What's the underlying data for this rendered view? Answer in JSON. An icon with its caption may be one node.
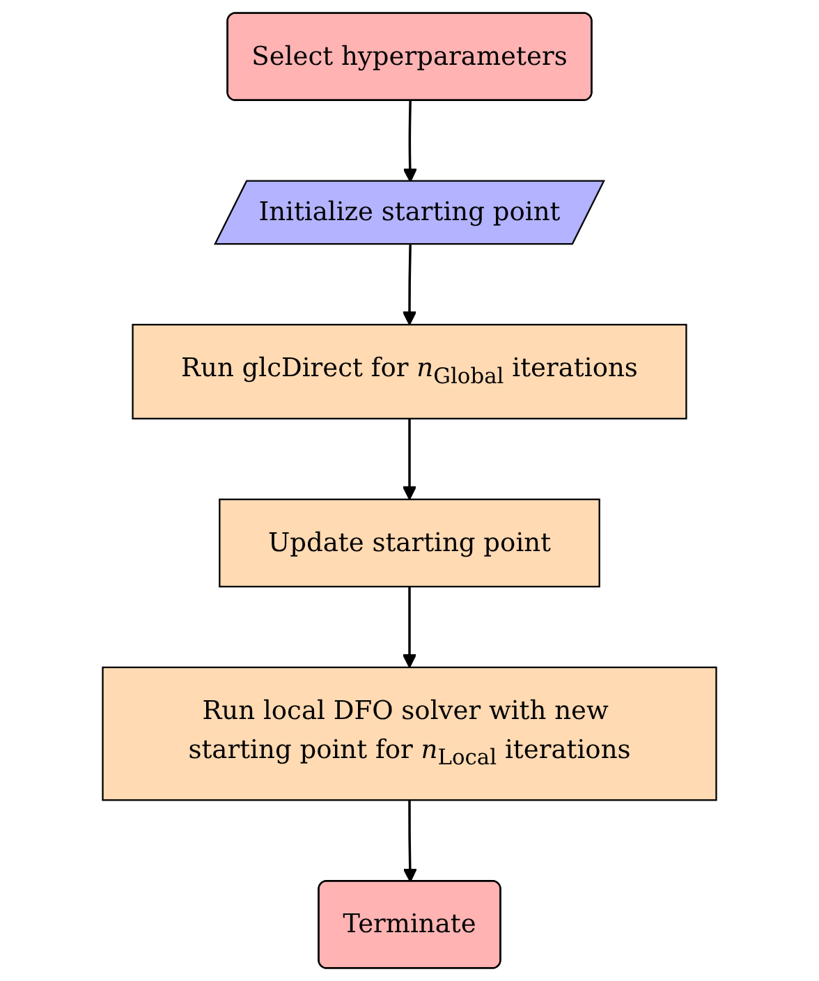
{
  "diagram": {
    "nodes": [
      {
        "text": [
          "Select hyperparameters"
        ]
      },
      {
        "text": [
          "Initialize starting point"
        ]
      },
      {
        "text": [
          "Run glcDirect for *n*$_{Global}$ iterations"
        ]
      },
      {
        "text": [
          "Update starting point"
        ]
      },
      {
        "text": [
          "Run local DFO solver with new starting point for *n*$_{Local}$ iterations"
        ]
      },
      {
        "text": [
          "Terminate"
        ]
      }
    ],
    "edges": [
      {
        "from": 0,
        "to": 1,
        "arrow": "to"
      },
      {
        "from": 1,
        "to": 2,
        "arrow": "to"
      },
      {
        "from": 2,
        "to": 3,
        "arrow": "to"
      },
      {
        "from": 3,
        "to": 4,
        "arrow": "to"
      },
      {
        "from": 4,
        "to": 5,
        "arrow": "to"
      }
    ]
  }
}
